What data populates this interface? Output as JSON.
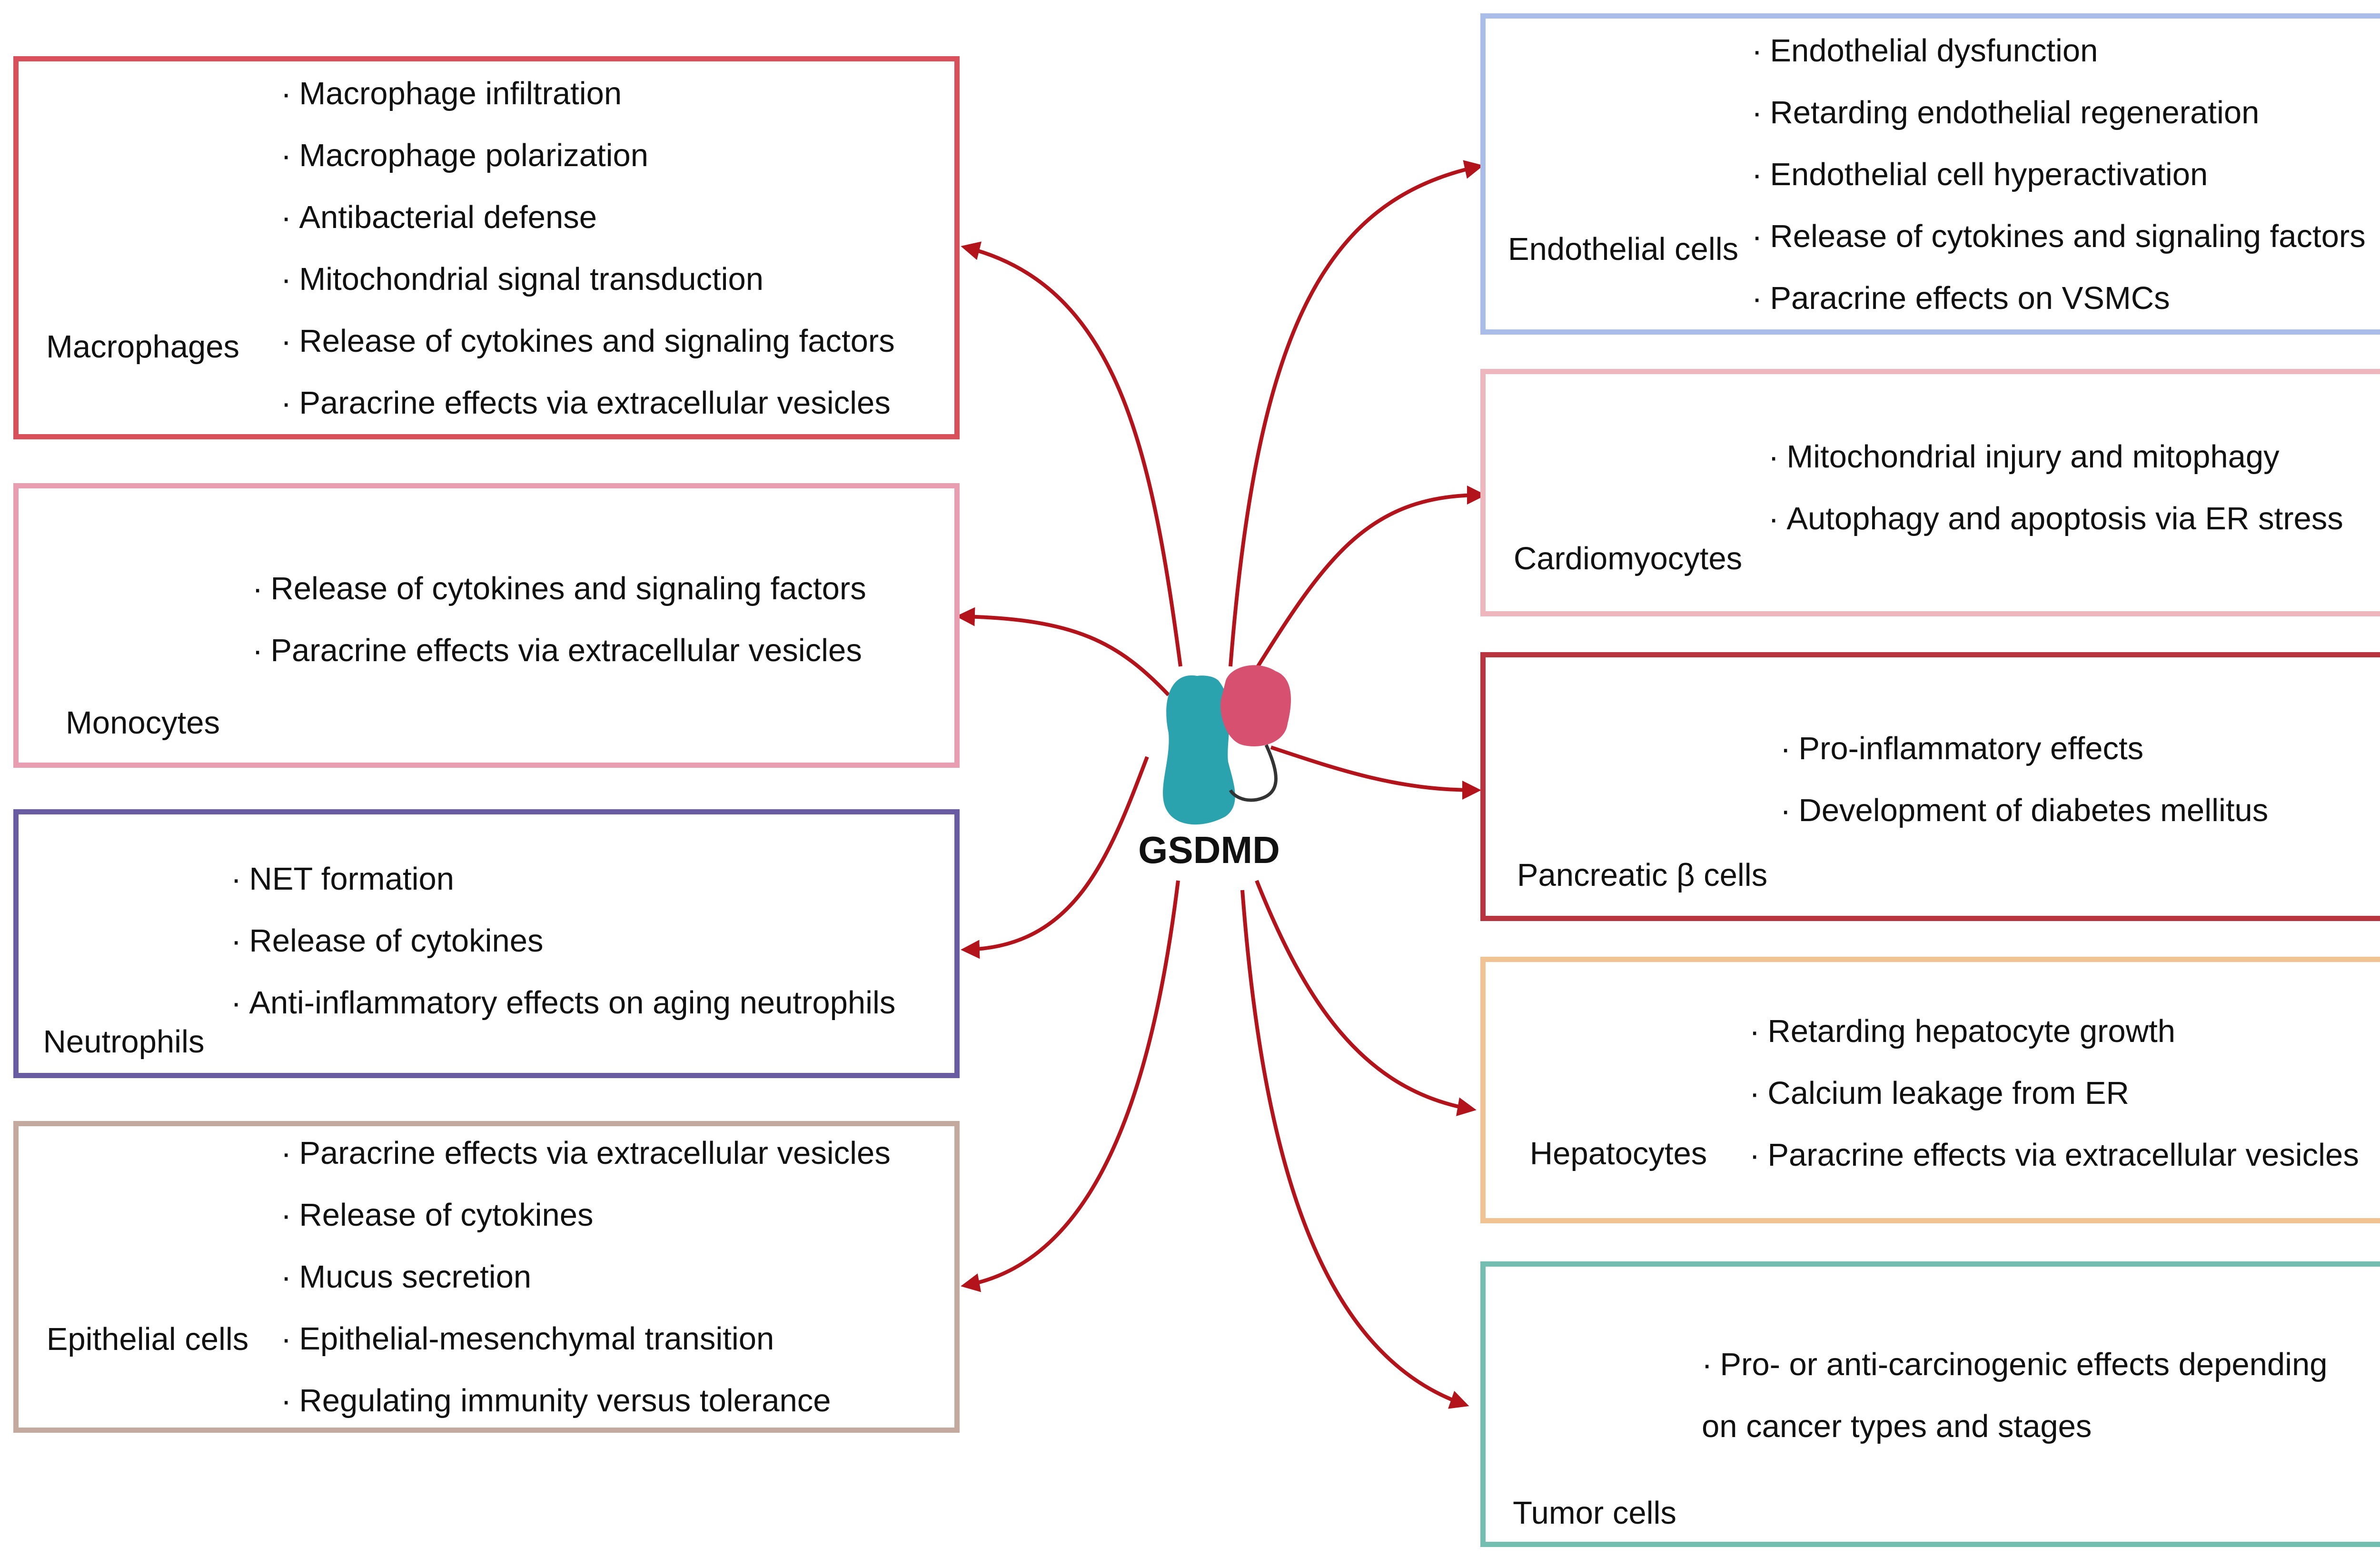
{
  "center": {
    "label": "GSDMD",
    "colors": {
      "teal": "#2aa3ae",
      "pink": "#d8506f",
      "arrow": "#b3141c"
    }
  },
  "bullet_mark": "·",
  "cells": [
    {
      "key": "macrophages",
      "label": "Macrophages",
      "border": "#d9505a",
      "icon": "macrophage-cell-icon",
      "items": [
        "Macrophage infiltration",
        "Macrophage polarization",
        "Antibacterial defense",
        "Mitochondrial signal transduction",
        "Release of cytokines and signaling factors",
        "Paracrine effects via extracellular vesicles"
      ]
    },
    {
      "key": "monocytes",
      "label": "Monocytes",
      "border": "#e89db1",
      "icon": "monocyte-cell-icon",
      "items": [
        "Release of cytokines and signaling factors",
        "Paracrine effects via extracellular vesicles"
      ]
    },
    {
      "key": "neutrophils",
      "label": "Neutrophils",
      "border": "#6a5ca3",
      "icon": "neutrophil-cell-icon",
      "items": [
        "NET formation",
        "Release of cytokines",
        "Anti-inflammatory effects on aging neutrophils"
      ]
    },
    {
      "key": "epithelial",
      "label": "Epithelial cells",
      "border": "#c4a99e",
      "icon": "epithelial-cell-icon",
      "items": [
        "Paracrine effects via extracellular vesicles",
        "Release of cytokines",
        "Mucus secretion",
        "Epithelial-mesenchymal transition",
        "Regulating immunity versus tolerance"
      ]
    },
    {
      "key": "endothelial",
      "label": "Endothelial cells",
      "border": "#a9bde8",
      "icon": "endothelial-ring-icon",
      "items": [
        "Endothelial dysfunction",
        "Retarding endothelial regeneration",
        "Endothelial cell hyperactivation",
        "Release of cytokines and signaling factors",
        "Paracrine effects on VSMCs"
      ]
    },
    {
      "key": "cardiomyocytes",
      "label": "Cardiomyocytes",
      "border": "#eeb7bd",
      "icon": "cardiomyocyte-icon",
      "items": [
        "Mitochondrial injury and mitophagy",
        "Autophagy and apoptosis via ER stress"
      ]
    },
    {
      "key": "pancreatic",
      "label": "Pancreatic β cells",
      "border": "#b8343f",
      "icon": "pancreatic-beta-cell-icon",
      "items": [
        "Pro-inflammatory effects",
        "Development of diabetes mellitus"
      ]
    },
    {
      "key": "hepatocytes",
      "label": "Hepatocytes",
      "border": "#f1c393",
      "icon": "hepatocyte-icon",
      "items": [
        "Retarding hepatocyte growth",
        "Calcium leakage from ER",
        "Paracrine effects via extracellular vesicles"
      ]
    },
    {
      "key": "tumor",
      "label": "Tumor cells",
      "border": "#73beb0",
      "icon": "tumor-cell-cluster-icon",
      "items": [
        "Pro- or anti-carcinogenic effects depending",
        "on cancer types and stages"
      ]
    }
  ]
}
